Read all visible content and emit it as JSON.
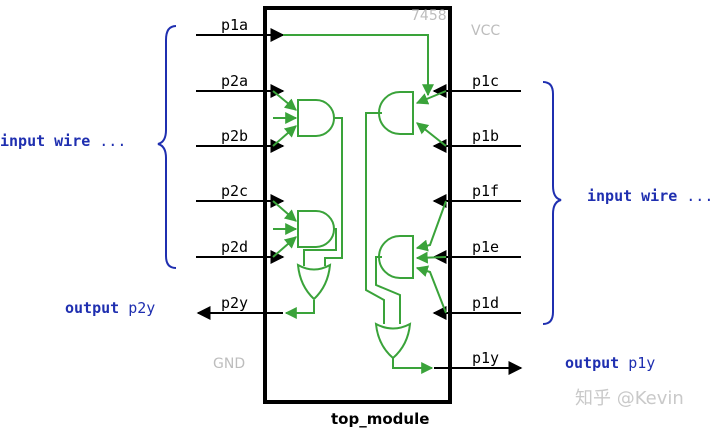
{
  "chip": {
    "part_number": "7458",
    "vcc": "VCC",
    "gnd": "GND",
    "module_name": "top_module"
  },
  "left_pins": {
    "p1a": "p1a",
    "p2a": "p2a",
    "p2b": "p2b",
    "p2c": "p2c",
    "p2d": "p2d",
    "p2y": "p2y"
  },
  "right_pins": {
    "p1c": "p1c",
    "p1b": "p1b",
    "p1f": "p1f",
    "p1e": "p1e",
    "p1d": "p1d",
    "p1y": "p1y"
  },
  "annotations": {
    "left_input": {
      "keyword": "input",
      "type": "wire",
      "ellipsis": "..."
    },
    "right_input": {
      "keyword": "input",
      "type": "wire",
      "ellipsis": "..."
    },
    "left_output": {
      "keyword": "output",
      "name": "p2y"
    },
    "right_output": {
      "keyword": "output",
      "name": "p1y"
    }
  },
  "watermark": "知乎 @Kevin",
  "colors": {
    "keyword": "#1f2fb0",
    "wire": "#3aa33a",
    "pin_line": "#000000",
    "muted": "#bdbdbd"
  }
}
